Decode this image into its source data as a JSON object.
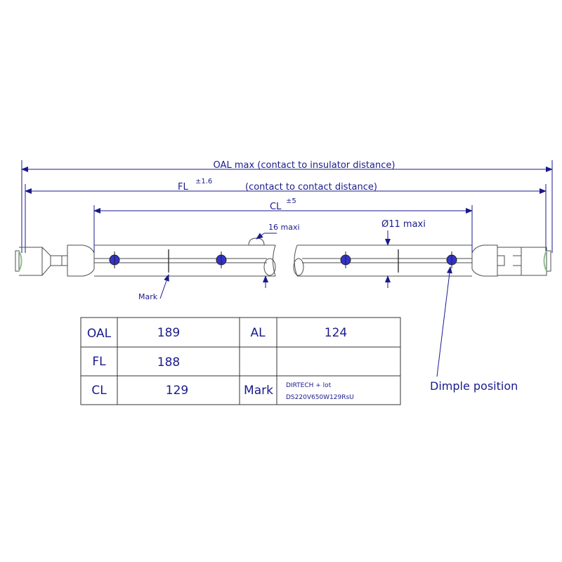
{
  "dimensions": {
    "oal_label": "OAL max (contact to insulator distance)",
    "fl_label": "FL",
    "fl_tolerance": "±1.6",
    "fl_note": "(contact to contact distance)",
    "cl_label": "CL",
    "cl_tolerance": "±5",
    "seam_label": "16 maxi",
    "diameter_label": "Ø11 maxi",
    "mark_label": "Mark",
    "dimple_label": "Dimple position"
  },
  "spec_table": {
    "rows": [
      {
        "label": "OAL",
        "value": "189",
        "label2": "AL",
        "value2": "124"
      },
      {
        "label": "FL",
        "value": "188",
        "label2": "",
        "value2": ""
      },
      {
        "label": "CL",
        "value": "129",
        "label2": "Mark",
        "value2_line1": "DIRTECH + lot",
        "value2_line2": "DS220V650W129RsU"
      }
    ]
  },
  "colors": {
    "dimension": "#1a1a8c",
    "outline": "#4d4d4d",
    "dimple": "#3333cc",
    "end_cap": "#8fbf8f"
  }
}
